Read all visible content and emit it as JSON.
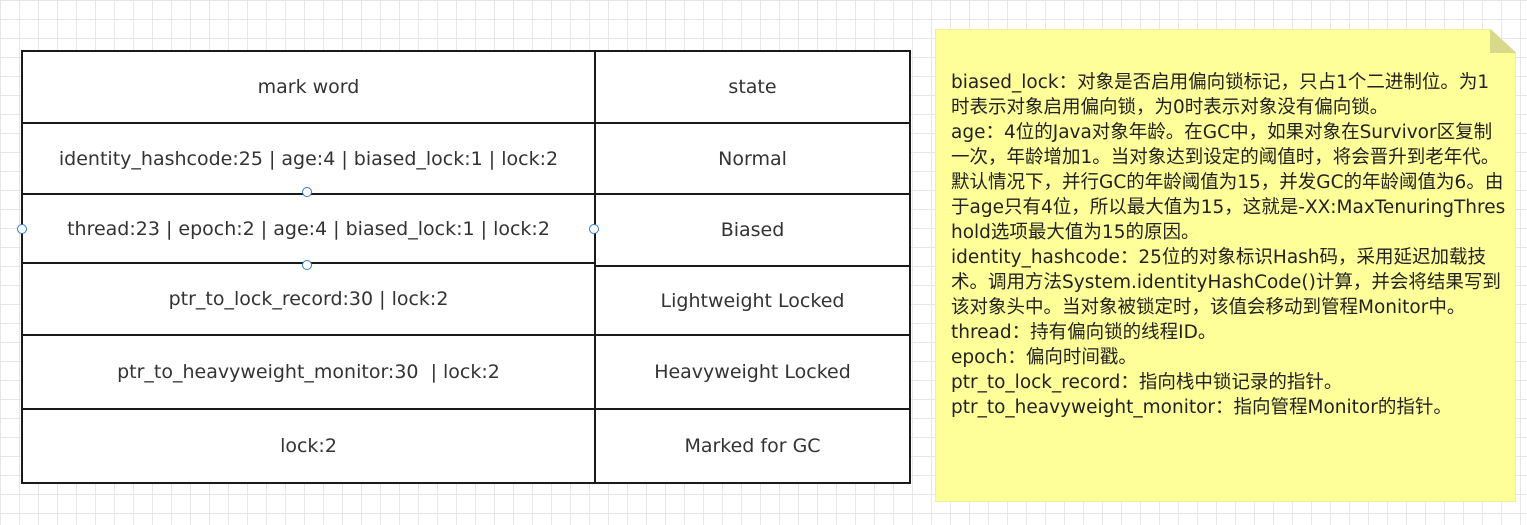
{
  "table": {
    "header": {
      "left": "mark word",
      "right": "state"
    },
    "rows": [
      {
        "left": "identity_hashcode:25 | age:4 | biased_lock:1 | lock:2",
        "right": "Normal"
      },
      {
        "left": "thread:23 | epoch:2 | age:4 | biased_lock:1 | lock:2",
        "right": "Biased"
      },
      {
        "left": "ptr_to_lock_record:30 | lock:2",
        "right": "Lightweight Locked"
      },
      {
        "left": "ptr_to_heavyweight_monitor:30  | lock:2",
        "right": "Heavyweight Locked"
      },
      {
        "left": "lock:2",
        "right": "Marked for GC"
      }
    ]
  },
  "note": {
    "fill": "#ffff99",
    "paragraphs": [
      "biased_lock：对象是否启用偏向锁标记，只占1个二进制位。为1时表示对象启用偏向锁，为0时表示对象没有偏向锁。",
      "age：4位的Java对象年龄。在GC中，如果对象在Survivor区复制一次，年龄增加1。当对象达到设定的阈值时，将会晋升到老年代。默认情况下，并行GC的年龄阈值为15，并发GC的年龄阈值为6。由于age只有4位，所以最大值为15，这就是-XX:MaxTenuringThreshold选项最大值为15的原因。",
      "identity_hashcode：25位的对象标识Hash码，采用延迟加载技术。调用方法System.identityHashCode()计算，并会将结果写到该对象头中。当对象被锁定时，该值会移动到管程Monitor中。",
      "thread：持有偏向锁的线程ID。",
      "epoch：偏向时间戳。",
      "ptr_to_lock_record：指向栈中锁记录的指针。",
      "ptr_to_heavyweight_monitor：指向管程Monitor的指针。"
    ]
  }
}
